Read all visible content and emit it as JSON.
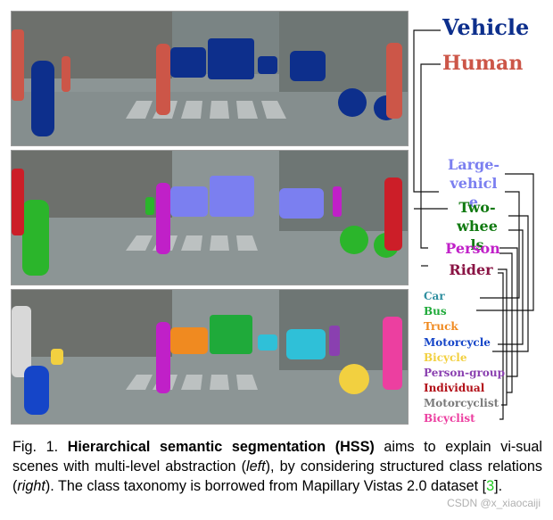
{
  "figure": {
    "panels": [
      {
        "name": "level-1-segmentation"
      },
      {
        "name": "level-2-segmentation"
      },
      {
        "name": "level-3-segmentation"
      }
    ],
    "taxonomy": {
      "level1": [
        {
          "label": "Vehicle",
          "color": "#0d2f8c"
        },
        {
          "label": "Human",
          "color": "#cc5648"
        }
      ],
      "level2": [
        {
          "label": "Large-vehicle",
          "color": "#7b7ff0"
        },
        {
          "label": "Two-wheels",
          "color": "#117a11"
        },
        {
          "label": "Person",
          "color": "#c020c8"
        },
        {
          "label": "Rider",
          "color": "#8a1444"
        }
      ],
      "level3": [
        {
          "label": "Car",
          "color": "#2f8fa0"
        },
        {
          "label": "Bus",
          "color": "#1faa3a"
        },
        {
          "label": "Truck",
          "color": "#f08a20"
        },
        {
          "label": "Motorcycle",
          "color": "#1545c8"
        },
        {
          "label": "Bicycle",
          "color": "#f2d040"
        },
        {
          "label": "Person-group",
          "color": "#8a40b0"
        },
        {
          "label": "Individual",
          "color": "#b21018"
        },
        {
          "label": "Motorcyclist",
          "color": "#7a7a7a"
        },
        {
          "label": "Bicyclist",
          "color": "#ec3fa0"
        }
      ]
    }
  },
  "caption": {
    "prefix": "Fig. 1.",
    "bold": "Hierarchical semantic segmentation (HSS)",
    "text1": " aims to explain vi-sual scenes with multi-level abstraction (",
    "left": "left",
    "text2": "), by considering structured class relations (",
    "right": "right",
    "text3": "). The class taxonomy is borrowed from Mapillary Vistas 2.0 dataset [",
    "ref": "3",
    "text4": "]."
  },
  "watermark": "CSDN @x_xiaocaiji"
}
